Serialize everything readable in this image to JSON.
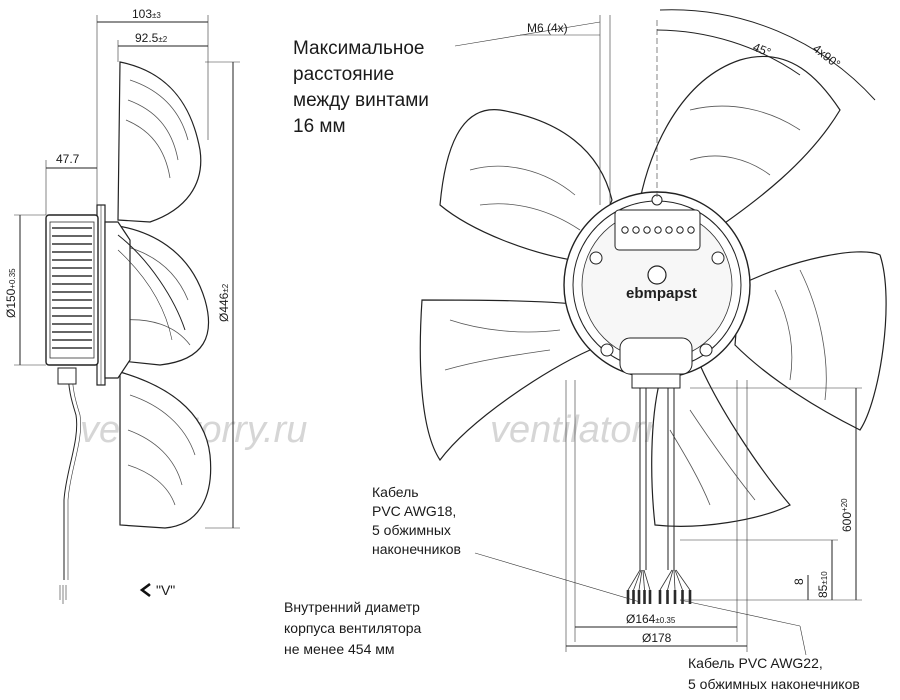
{
  "dimensions": {
    "overall_depth": "103",
    "overall_depth_tol": "±3",
    "blade_depth": "92.5",
    "blade_depth_tol": "±2",
    "motor_protrusion": "47.7",
    "hub_diameter": "Ø150",
    "hub_diameter_tol": "+0.35",
    "fan_diameter": "Ø446",
    "fan_diameter_tol": "±2",
    "screw_thread": "M6 (4x)",
    "angle_offset": "45°",
    "angle_pattern": "4x90°",
    "bolt_circle": "Ø164",
    "bolt_circle_tol": "±0.35",
    "mount_diameter": "Ø178",
    "cable_length": "600",
    "cable_length_tol": "+20",
    "strip_length": "8",
    "lead_length": "85",
    "lead_length_tol": "±10"
  },
  "notes": {
    "screw_distance": [
      "Максимальное",
      "расстояние",
      "между винтами",
      "16 мм"
    ],
    "cable_awg18": [
      "Кабель",
      "PVC AWG18,",
      "5 обжимных",
      "наконечников"
    ],
    "inner_diameter": [
      "Внутренний диаметр",
      "корпуса вентилятора",
      "не менее 454 мм"
    ],
    "cable_awg22": [
      "Кабель PVC AWG22,",
      "5 обжимных наконечников"
    ]
  },
  "view_label": "\"V\"",
  "view_arrow_icon": "chevron-left-icon",
  "brand_logo": "ebmpapst",
  "watermark": "ventilatorry.ru"
}
